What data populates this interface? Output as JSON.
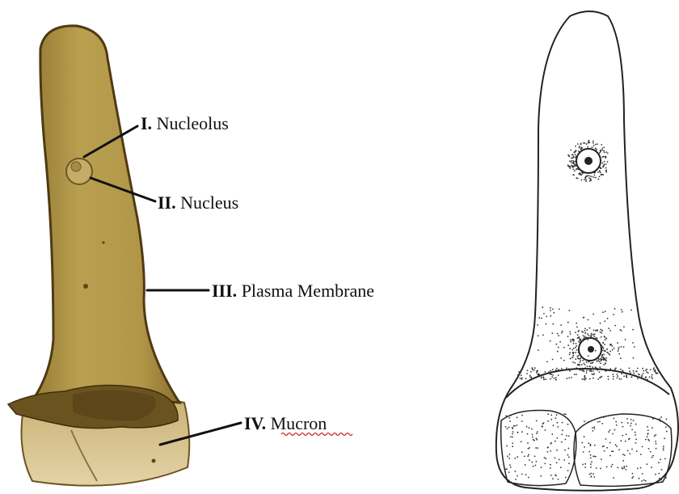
{
  "labels": [
    {
      "numeral": "I.",
      "text": "Nucleolus"
    },
    {
      "numeral": "II.",
      "text": "Nucleus"
    },
    {
      "numeral": "III.",
      "text": "Plasma Membrane"
    },
    {
      "numeral": "IV.",
      "text": "Mucron"
    }
  ],
  "colors": {
    "cell_fill": "#b49a48",
    "cell_outline": "#5a4418",
    "mucron_fill": "#d8c490",
    "plug_fill": "#6b5320",
    "leader_line": "#111111",
    "spellcheck_underline": "#d42020",
    "drawing_ink": "#222222"
  }
}
